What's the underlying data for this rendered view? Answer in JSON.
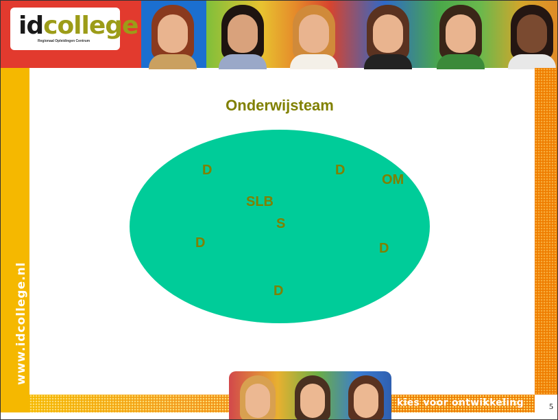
{
  "logo": {
    "id": "id",
    "college": "college",
    "subtitle": "Regionaal Opleidingen Centrum"
  },
  "sidebar": {
    "url": "www.idcollege.nl"
  },
  "footer": {
    "tagline": "kies voor ontwikkeling",
    "page_number": "5"
  },
  "slide": {
    "title": "Onderwijsteam",
    "labels": [
      "D",
      "D",
      "OM",
      "SLB",
      "S",
      "D",
      "D",
      "D"
    ]
  },
  "colors": {
    "title_text": "#808000",
    "ellipse_fill": "#00cc99",
    "left_stripe": "#f5b800",
    "right_stripe": "#ef7d00"
  }
}
